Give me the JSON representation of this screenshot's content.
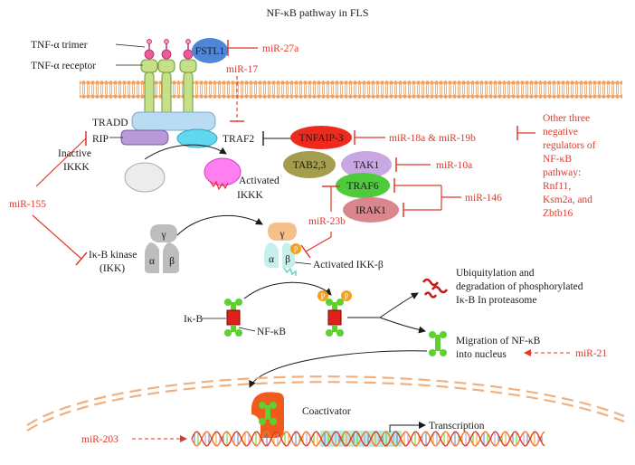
{
  "title": "NF-κB pathway in FLS",
  "labels": {
    "tnf_trimer": "TNF-α trimer",
    "tnf_receptor": "TNF-α receptor",
    "fstl1": "FSTL1",
    "tradd": "TRADD",
    "rip": "RIP",
    "traf2": "TRAF2",
    "tnfaip3": "TNFAIP-3",
    "tab23": "TAB2,3",
    "tak1": "TAK1",
    "traf6": "TRAF6",
    "irak1": "IRAK1",
    "inactive_ikkk_1": "Inactive",
    "inactive_ikkk_2": "IKKK",
    "activated_ikkk_1": "Activated",
    "activated_ikkk_2": "IKKK",
    "ikb_kinase_1": "Iκ-B kinase",
    "ikb_kinase_2": "(IKK)",
    "gamma": "γ",
    "alpha": "α",
    "beta": "β",
    "p": "P",
    "activated_ikk_beta": "Activated IKK-β",
    "ikb": "Iκ-B",
    "nfkb": "NF-κB",
    "ubiq_1": "Ubiquitylation and",
    "ubiq_2": "degradation of phosphorylated",
    "ubiq_3": "Iκ-B In proteasome",
    "migration_1": "Migration of NF-κB",
    "migration_2": "into nucleus",
    "coactivator": "Coactivator",
    "transcription": "Transcription",
    "other_1": "Other three",
    "other_2": "negative",
    "other_3": "regulators of",
    "other_4": "NF-κB",
    "other_5": "pathway:",
    "other_6": "Rnf11,",
    "other_7": "Ksm2a, and",
    "other_8": "Zbtb16"
  },
  "mirnas": {
    "mir27a": "miR-27a",
    "mir17": "miR-17",
    "mir18a_19b": "miR-18a & miR-19b",
    "mir10a": "miR-10a",
    "mir146": "miR-146",
    "mir23b": "miR-23b",
    "mir155": "miR-155",
    "mir21": "miR-21",
    "mir203": "miR-203"
  },
  "colors": {
    "inhibitor_red": "#e0392b",
    "receptor_green": "#c6e08a",
    "tradd_blue": "#b9dcf3",
    "rip_purple": "#b89ad8",
    "traf2_cyan": "#5fd8f0",
    "tnfaip3_red": "#ee2a1f",
    "tab23_olive": "#a59d4e",
    "tak1_lilac": "#c8a7e3",
    "traf6_green": "#4fca3c",
    "irak1_pink": "#d9868f",
    "ikkk_pink": "#ff7ff0",
    "ikk_orange": "#f6c08a",
    "nfkb_green": "#5ed02f",
    "ikb_red": "#e0201c",
    "phospho_orange": "#f5a019",
    "coactivator_orange": "#f05a1c",
    "membrane_orange": "#f0a060"
  }
}
